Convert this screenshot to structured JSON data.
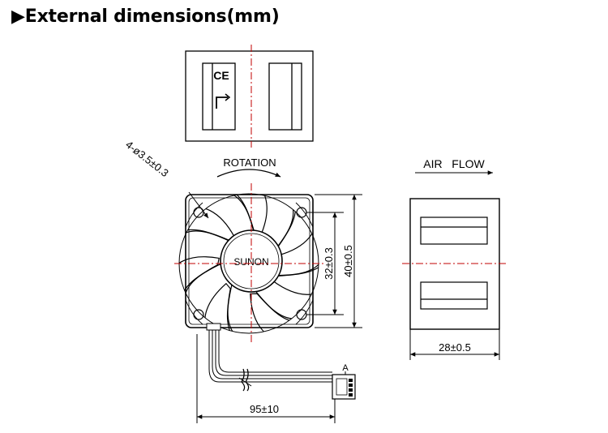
{
  "header": {
    "marker": "▶",
    "title": "External dimensions(mm)"
  },
  "top_view": {
    "ce_mark": "CE"
  },
  "front_view": {
    "rotation_label": "ROTATION",
    "hole_label": "4-ø3.5±0.3",
    "brand_label": "SUNON",
    "dim_hole_pitch": "32±0.3",
    "dim_frame_size": "40±0.5",
    "dim_lead_length": "95±10",
    "connector_label": "A"
  },
  "side_view": {
    "airflow_label": "AIR   FLOW",
    "dim_thickness": "28±0.5"
  },
  "colors": {
    "line": "#000000",
    "centerline": "#c00000"
  }
}
